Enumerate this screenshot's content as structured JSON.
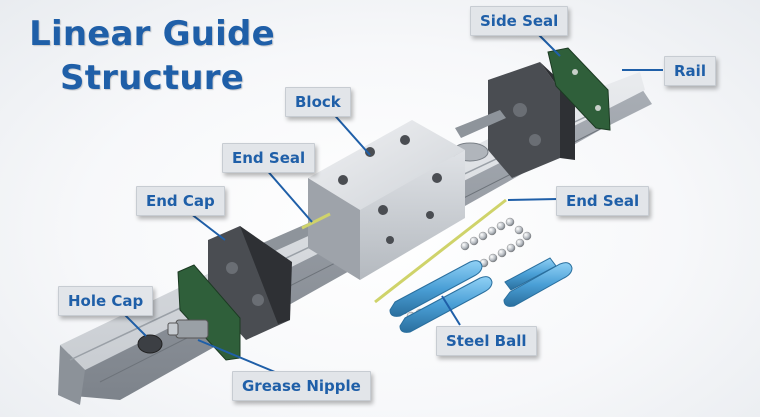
{
  "title": {
    "line1": "Linear Guide",
    "line2": "Structure"
  },
  "labels": {
    "side_seal": "Side Seal",
    "rail": "Rail",
    "block": "Block",
    "end_seal_top": "End Seal",
    "end_cap": "End Cap",
    "end_seal_right": "End Seal",
    "hole_cap": "Hole Cap",
    "steel_ball": "Steel Ball",
    "grease_nipple": "Grease Nipple"
  },
  "colors": {
    "label_text": "#1f5fa8",
    "leader": "#1f5fa8",
    "seal_green": "#2f5f3a",
    "ball_tube": "#4a9fd6"
  }
}
